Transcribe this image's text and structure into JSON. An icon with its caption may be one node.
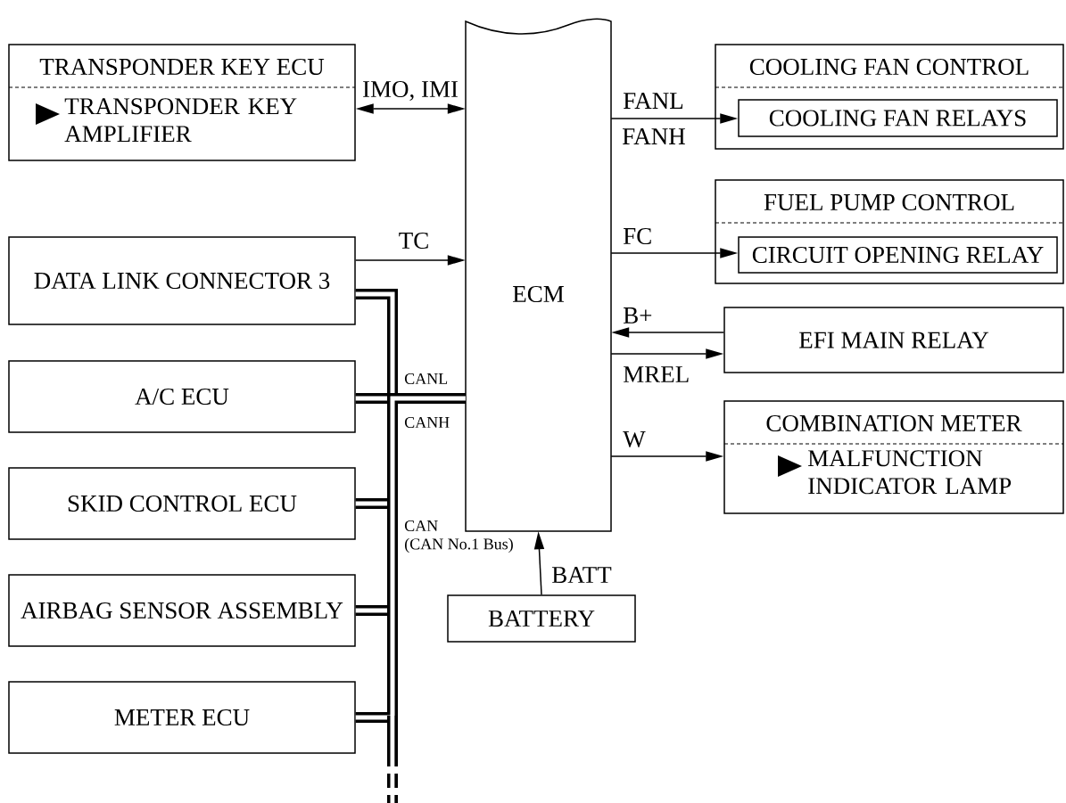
{
  "diagram": {
    "nodes": [
      {
        "text": [
          "TRANSPONDER KEY ECU",
          "TRANSPONDER KEY AMPLIFIER"
        ]
      },
      {
        "text": [
          "ECM"
        ]
      },
      {
        "text": [
          "COOLING FAN CONTROL"
        ]
      },
      {
        "text": [
          "COOLING FAN RELAYS"
        ],
        "in": 2
      },
      {
        "text": [
          "FUEL PUMP CONTROL"
        ]
      },
      {
        "text": [
          "CIRCUIT OPENING RELAY"
        ],
        "in": 4
      },
      {
        "text": [
          "DATA LINK CONNECTOR 3"
        ]
      },
      {
        "text": [
          "EFI MAIN RELAY"
        ]
      },
      {
        "text": [
          "A/C ECU"
        ]
      },
      {
        "text": [
          "COMBINATION METER",
          "MALFUNCTION INDICATOR LAMP"
        ]
      },
      {
        "text": [
          "SKID CONTROL ECU"
        ]
      },
      {
        "text": [
          "AIRBAG SENSOR ASSEMBLY"
        ]
      },
      {
        "text": [
          "METER ECU"
        ]
      },
      {
        "text": [
          "BATTERY"
        ]
      }
    ],
    "edges": [
      {
        "from": 0,
        "to": 1,
        "arrow": "both",
        "label": "IMO, IMI"
      },
      {
        "from": 6,
        "to": 1,
        "arrow": "to",
        "label": "TC"
      },
      {
        "from": 1,
        "to": 3,
        "arrow": "to",
        "label": "FANL"
      },
      {
        "from": 1,
        "to": 5,
        "arrow": "to",
        "label": "FC"
      },
      {
        "from": 7,
        "to": 1,
        "arrow": "to",
        "label": "B+"
      },
      {
        "from": 1,
        "to": 7,
        "arrow": "to",
        "label": "MREL"
      },
      {
        "from": 1,
        "to": 9,
        "arrow": "to",
        "label": "W"
      },
      {
        "from": 13,
        "to": 1,
        "arrow": "to",
        "label": "BATT"
      },
      {
        "from": 6,
        "to": 1,
        "arrow": "none",
        "style": "thick"
      },
      {
        "from": 8,
        "to": 1,
        "arrow": "none",
        "style": "thick"
      },
      {
        "from": 10,
        "to": 1,
        "arrow": "none",
        "style": "thick"
      },
      {
        "from": 11,
        "to": 1,
        "arrow": "none",
        "style": "thick"
      },
      {
        "from": 12,
        "to": 1,
        "arrow": "none",
        "style": "thick"
      }
    ],
    "labels": [
      "FANH",
      "CANL",
      "CANH",
      "CAN",
      "(CAN No.1 Bus)"
    ]
  }
}
